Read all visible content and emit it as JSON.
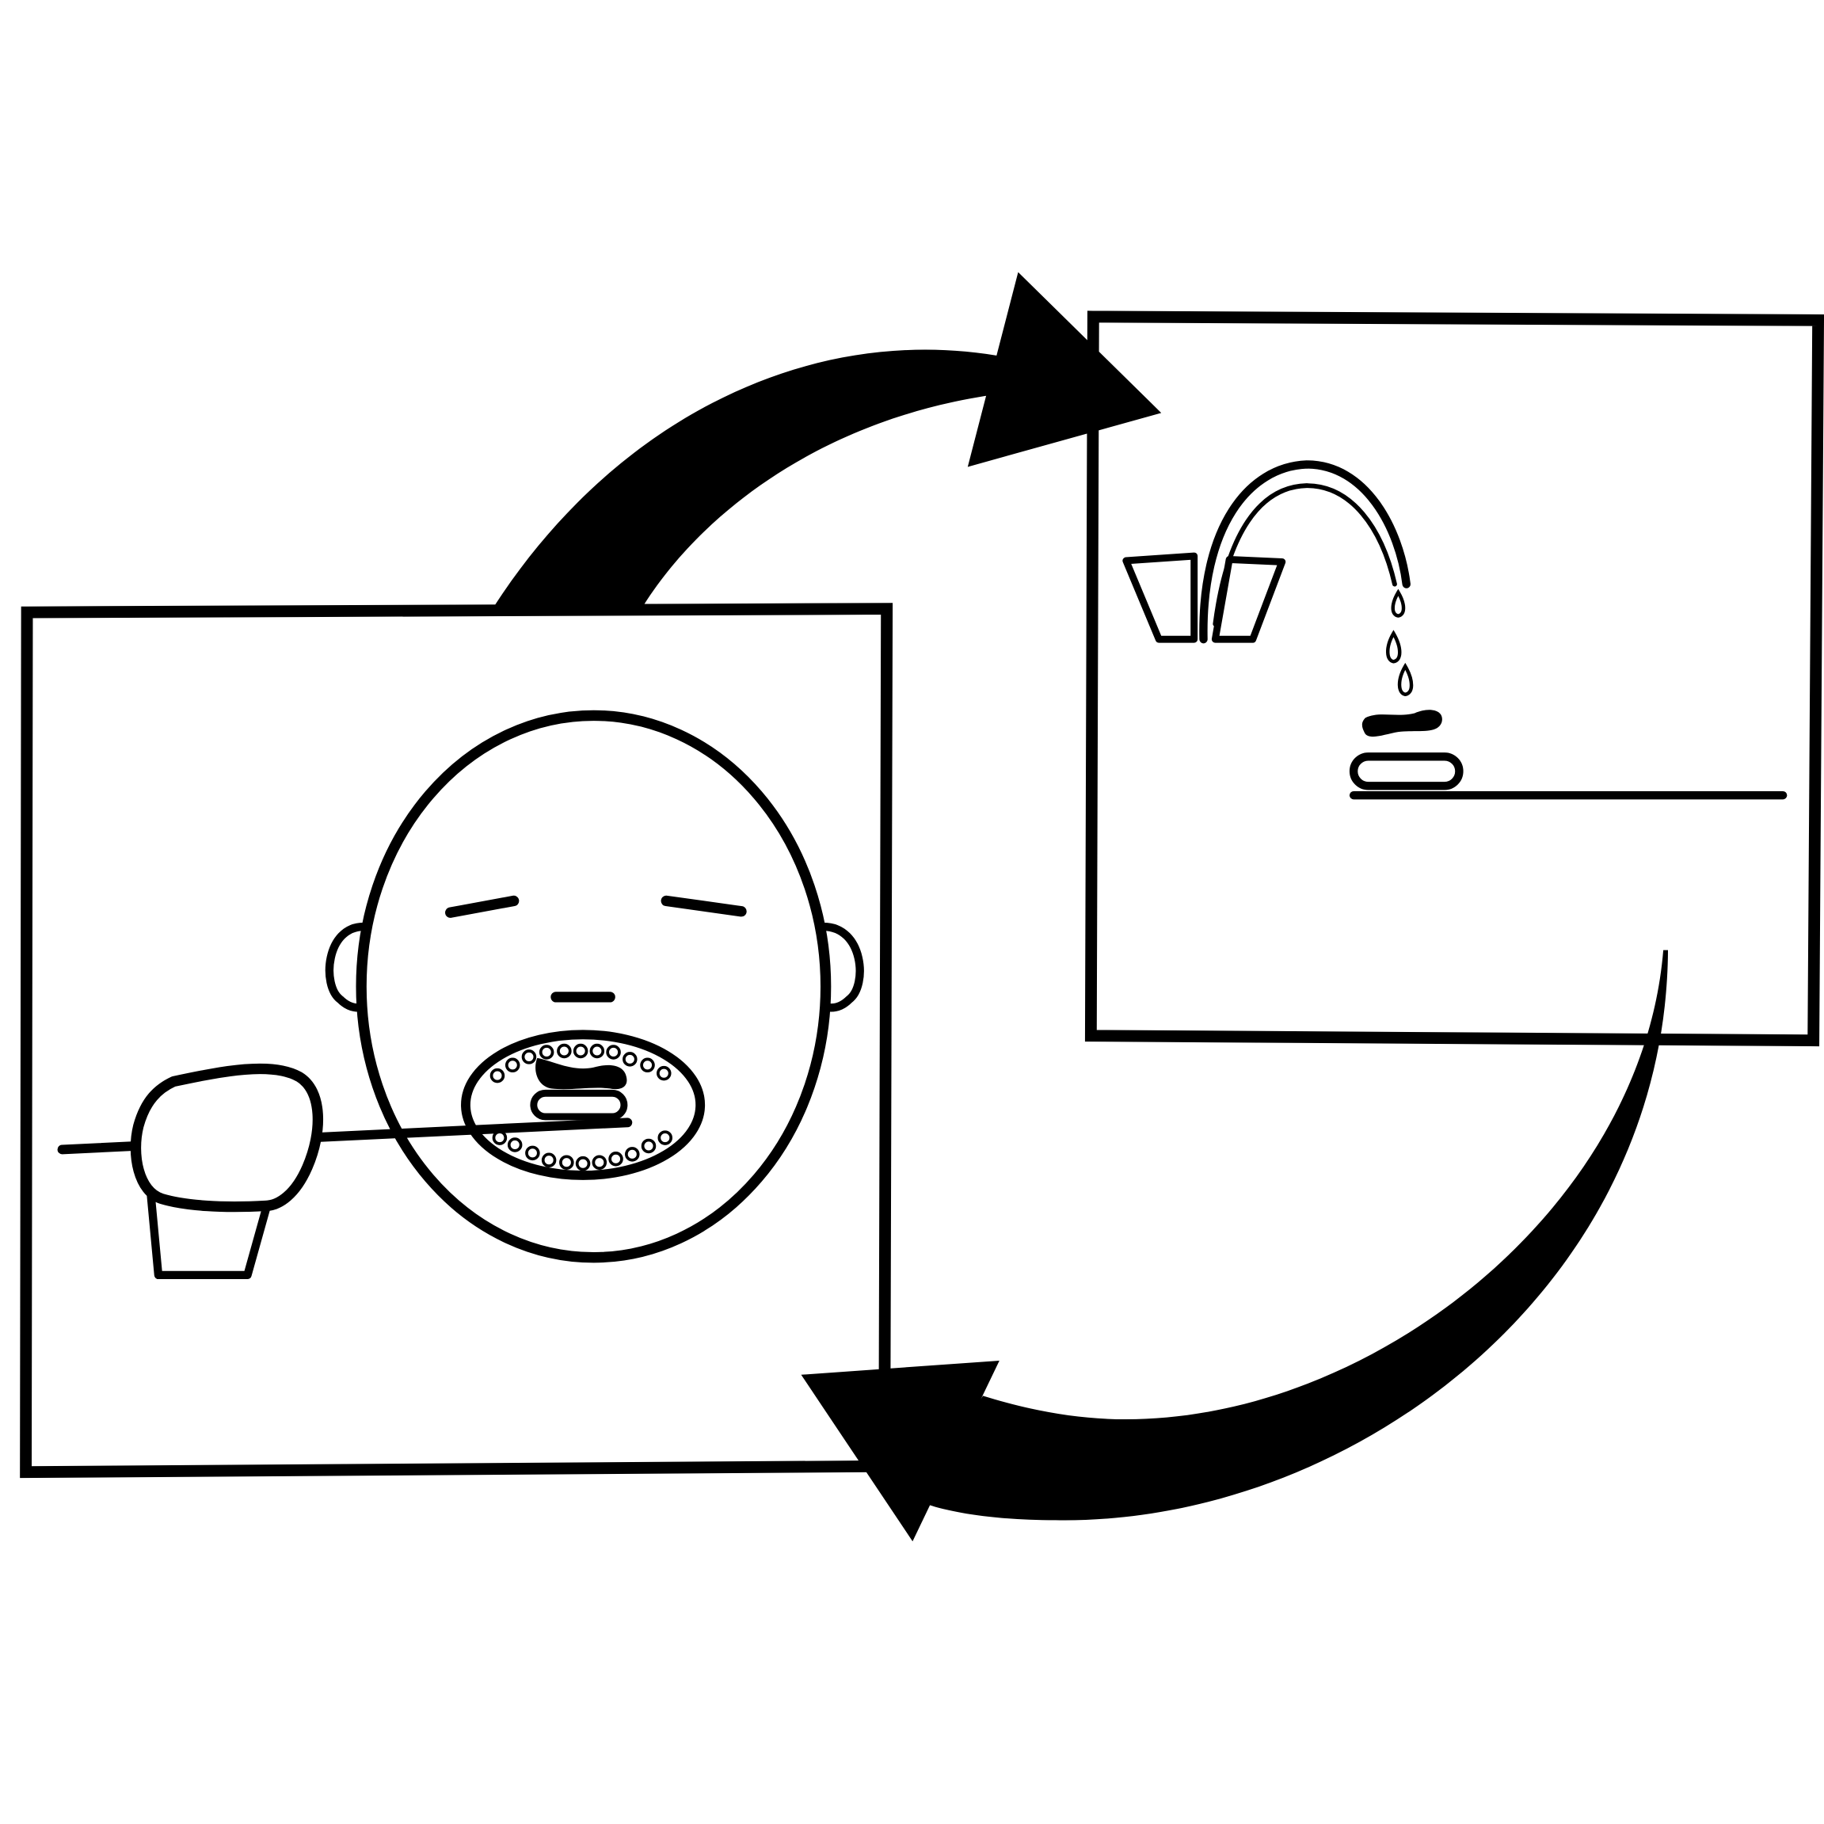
{
  "diagram": {
    "kind": "pictogram",
    "background_color": "#ffffff",
    "ink_color": "#000000",
    "panels": [
      {
        "id": "brushing",
        "icon": "brushing-teeth-face-icon"
      },
      {
        "id": "rinsing",
        "icon": "faucet-and-toothbrush-icon"
      }
    ],
    "arrows": [
      {
        "from": "brushing",
        "to": "rinsing",
        "icon": "curved-arrow-icon"
      },
      {
        "from": "rinsing",
        "to": "brushing",
        "icon": "curved-arrow-icon"
      }
    ]
  }
}
